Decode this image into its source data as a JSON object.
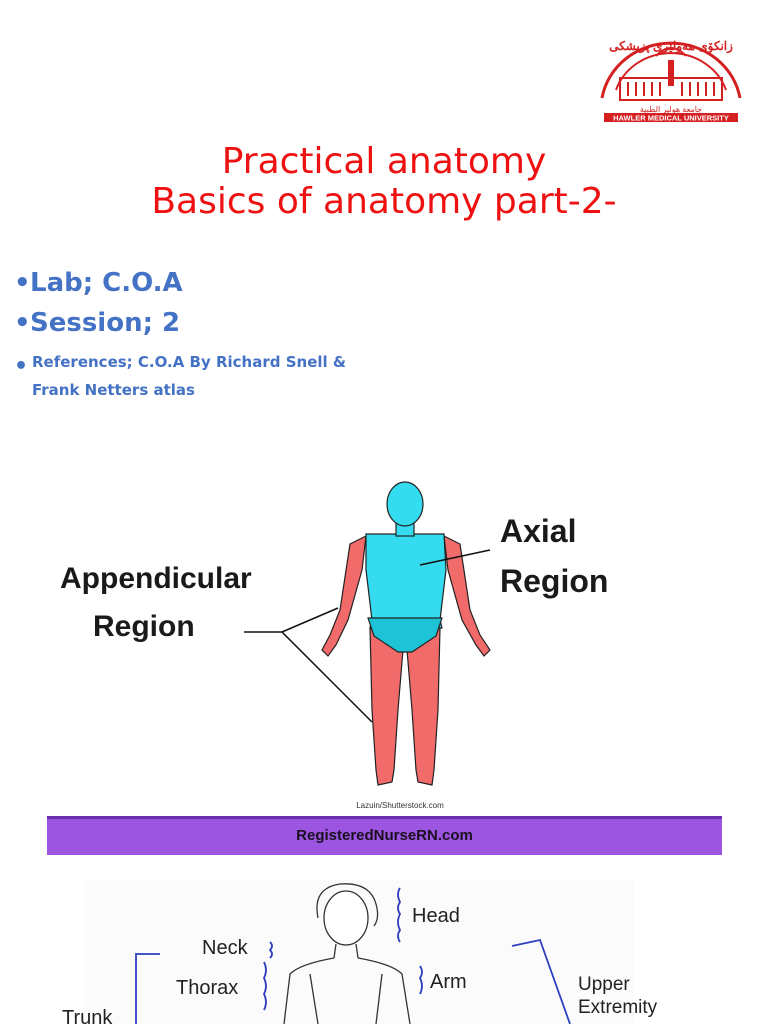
{
  "logo": {
    "institution": "HAWLER MEDICAL UNIVERSITY",
    "arabic_name": "جامعة هولير الطبية",
    "kurdish_name": "زانكۆى هەولێرى پزيشكى",
    "colors": {
      "primary": "#d42020"
    }
  },
  "title": {
    "line1": "Practical anatomy",
    "line2": "Basics of anatomy part-2-"
  },
  "bullets": {
    "marker": "•",
    "items": [
      "Lab; C.O.A",
      "Session; 2",
      "References; C.O.A By Richard Snell & Frank Netters atlas"
    ]
  },
  "figure1": {
    "left_label_line1": "Appendicular",
    "left_label_line2": "Region",
    "right_label_line1": "Axial",
    "right_label_line2": "Region",
    "credit": "Lazuin/Shutterstock.com",
    "banner": "RegisteredNurseRN.com",
    "colors": {
      "axial": "#35dcef",
      "appendicular": "#f16b6b",
      "banner": "#9b55e0"
    }
  },
  "figure2": {
    "labels": {
      "head": "Head",
      "neck": "Neck",
      "thorax": "Thorax",
      "arm": "Arm",
      "trunk": "Trunk",
      "upper_extremity_line1": "Upper",
      "upper_extremity_line2": "Extremity"
    },
    "colors": {
      "brace": "#2b3fbf"
    }
  }
}
